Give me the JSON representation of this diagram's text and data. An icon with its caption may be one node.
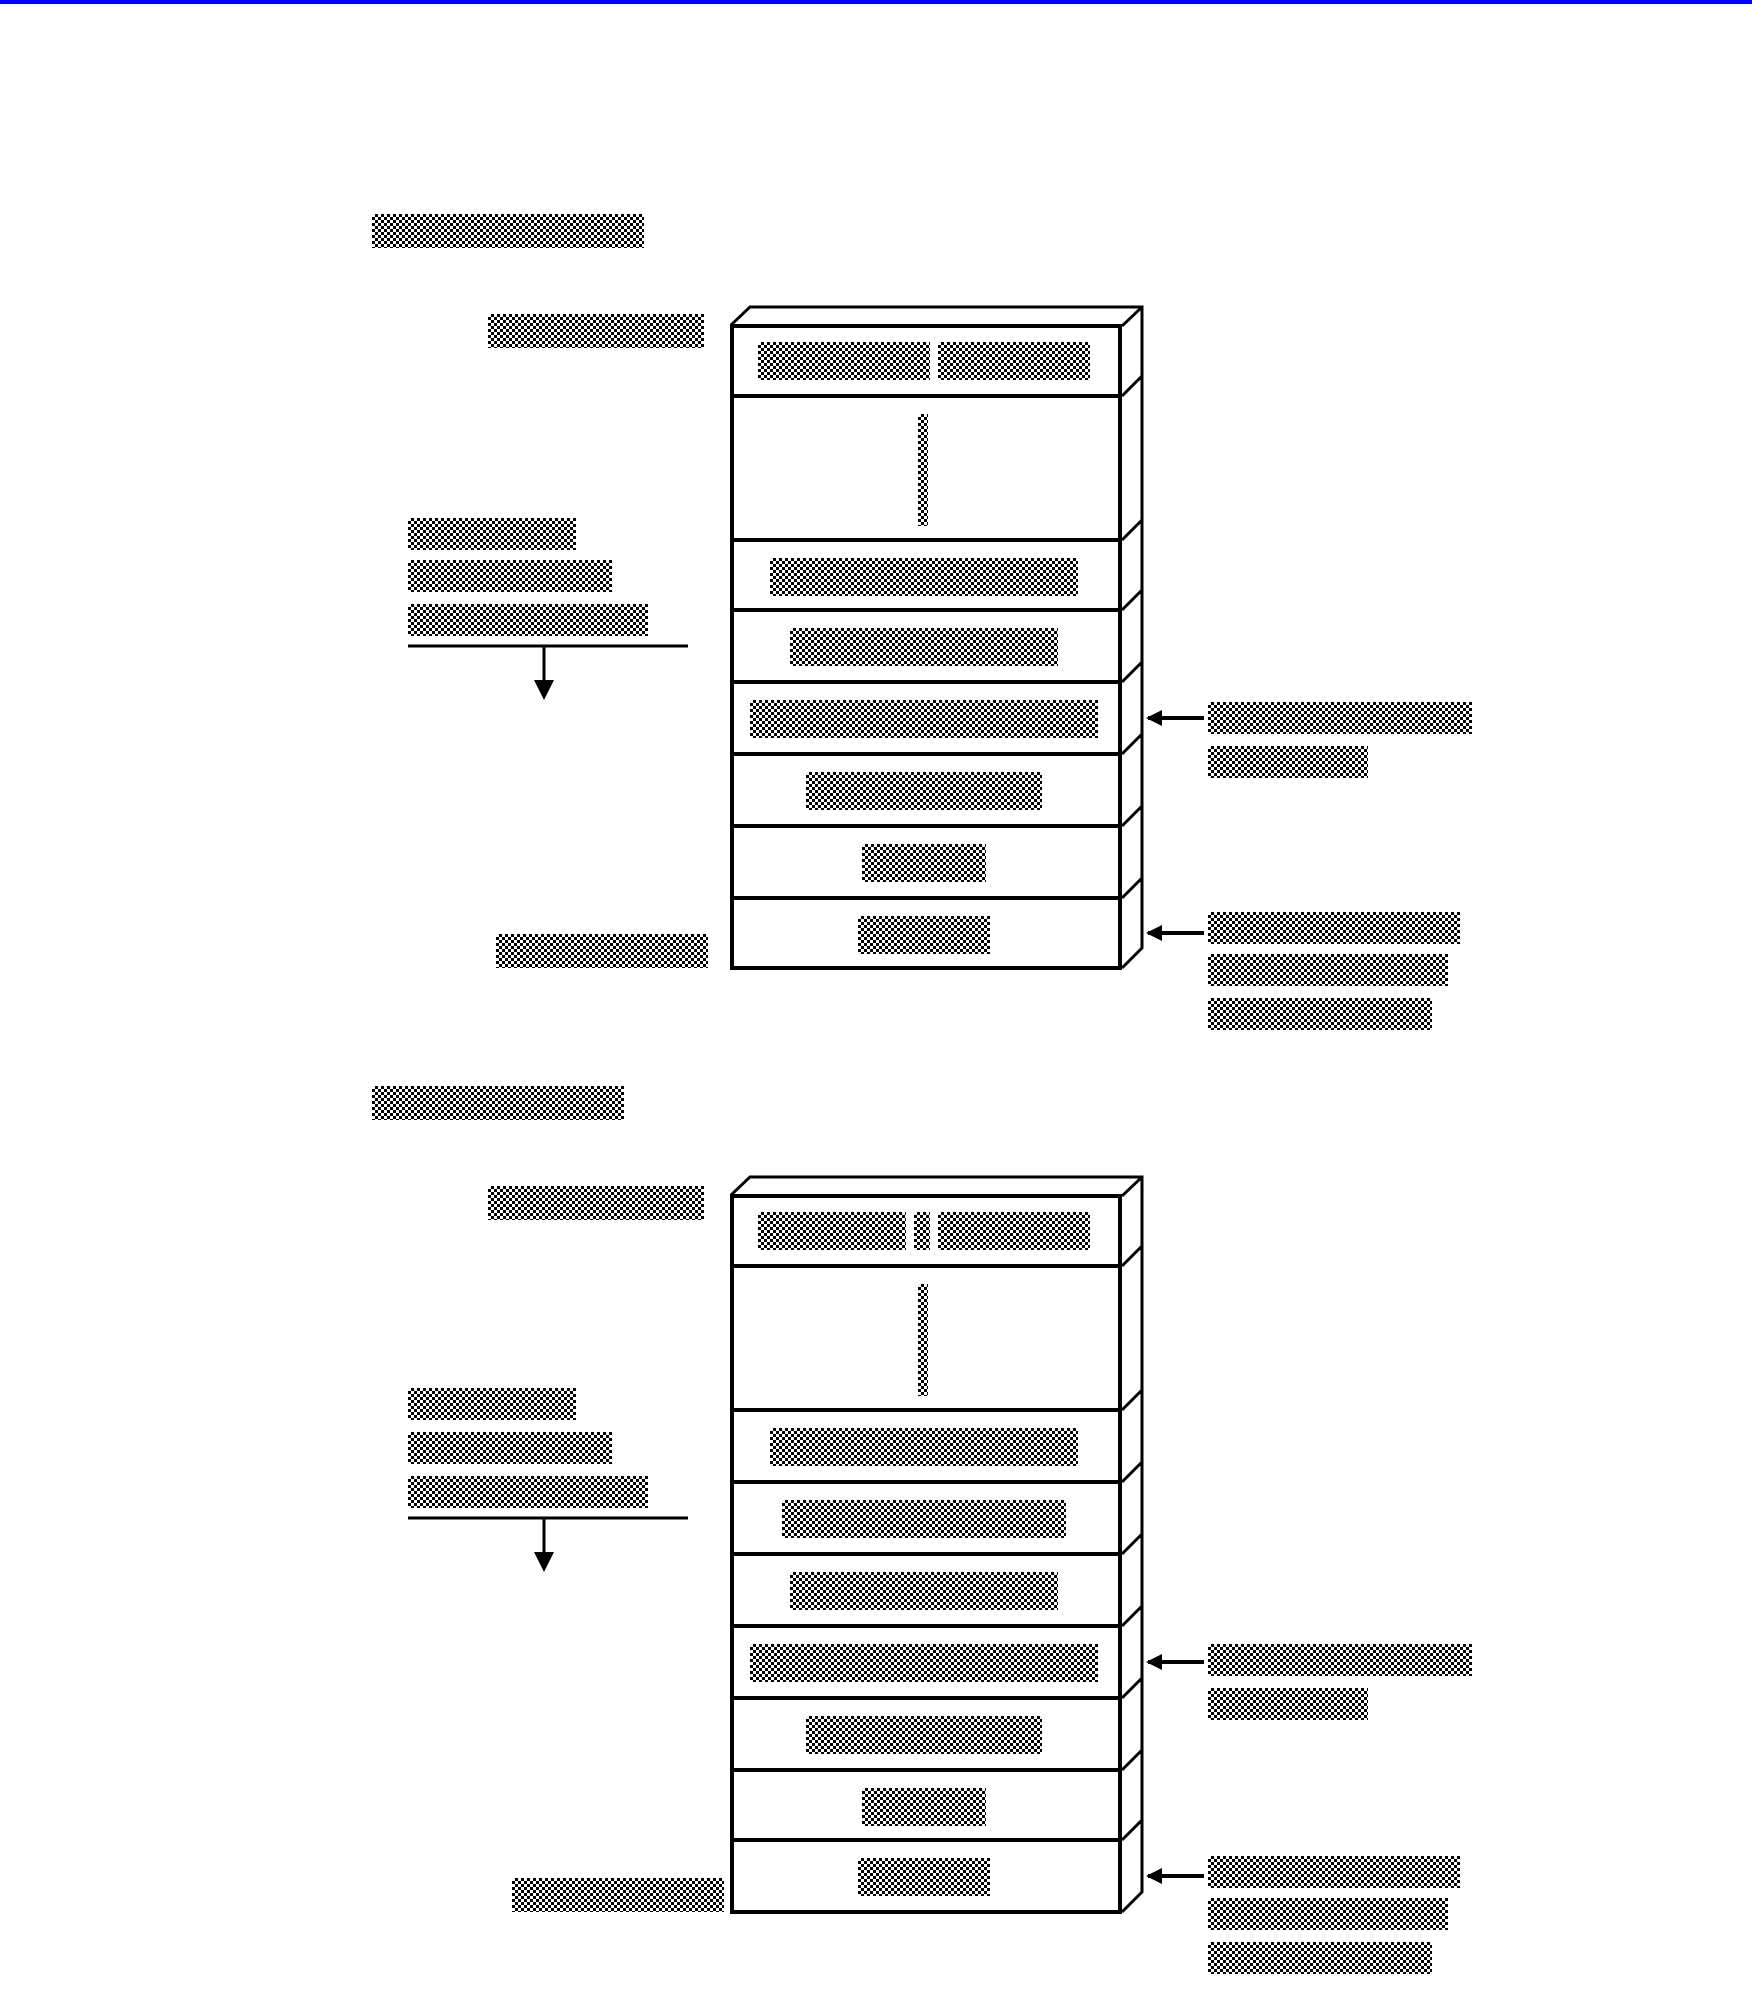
{
  "diagram": {
    "nodes": [
      {
        "text": [],
        "shape": "box"
      },
      {
        "text": [],
        "shape": "box",
        "in": 0
      },
      {
        "text": [],
        "shape": "box",
        "in": 0
      },
      {
        "text": [],
        "shape": "box",
        "in": 0
      },
      {
        "text": [],
        "shape": "box",
        "in": 0
      },
      {
        "text": [],
        "shape": "box",
        "in": 0
      },
      {
        "text": [],
        "shape": "box",
        "in": 0
      },
      {
        "text": [],
        "shape": "box",
        "in": 0
      },
      {
        "text": [],
        "shape": "box",
        "in": 0
      },
      {
        "text": [],
        "shape": "box"
      },
      {
        "text": [],
        "shape": "box",
        "in": 9
      },
      {
        "text": [],
        "shape": "box",
        "in": 9
      },
      {
        "text": [],
        "shape": "box",
        "in": 9
      },
      {
        "text": [],
        "shape": "box",
        "in": 9
      },
      {
        "text": [],
        "shape": "box",
        "in": 9
      },
      {
        "text": [],
        "shape": "box",
        "in": 9
      },
      {
        "text": [],
        "shape": "box",
        "in": 9
      },
      {
        "text": [],
        "shape": "box",
        "in": 9
      },
      {
        "text": [],
        "shape": "box",
        "in": 9
      },
      {
        "text": [],
        "shape": "bar"
      },
      {
        "text": [],
        "shape": "bar"
      },
      {
        "text": [],
        "shape": "bar"
      },
      {
        "text": [],
        "shape": "bar"
      },
      {
        "text": [],
        "shape": "bar"
      },
      {
        "text": [],
        "shape": "bar"
      },
      {
        "text": [],
        "shape": "bar"
      },
      {
        "text": [],
        "shape": "bar"
      },
      {
        "text": [],
        "shape": "bar"
      },
      {
        "text": [],
        "shape": "bar"
      },
      {
        "text": [],
        "shape": "bar"
      },
      {
        "text": [],
        "shape": "bar"
      },
      {
        "text": [],
        "shape": "bar"
      },
      {
        "text": [],
        "shape": "bar",
        "in": 1
      },
      {
        "text": [],
        "shape": "bar",
        "in": 1
      },
      {
        "text": [],
        "shape": "bar",
        "in": 2
      },
      {
        "text": [],
        "shape": "bar",
        "in": 3
      },
      {
        "text": [],
        "shape": "bar",
        "in": 4
      },
      {
        "text": [],
        "shape": "bar",
        "in": 5
      },
      {
        "text": [],
        "shape": "bar",
        "in": 6
      },
      {
        "text": [],
        "shape": "bar",
        "in": 7
      },
      {
        "text": [],
        "shape": "bar",
        "in": 8
      },
      {
        "text": [],
        "shape": "bar"
      },
      {
        "text": [],
        "shape": "bar"
      },
      {
        "text": [],
        "shape": "bar"
      },
      {
        "text": [],
        "shape": "bar"
      },
      {
        "text": [],
        "shape": "bar"
      },
      {
        "text": [],
        "shape": "bar"
      },
      {
        "text": [],
        "shape": "bar"
      },
      {
        "text": [],
        "shape": "bar"
      },
      {
        "text": [],
        "shape": "bar"
      },
      {
        "text": [],
        "shape": "bar",
        "in": 10
      },
      {
        "text": [],
        "shape": "bar",
        "in": 10
      },
      {
        "text": [],
        "shape": "bar",
        "in": 10
      },
      {
        "text": [],
        "shape": "bar",
        "in": 11
      },
      {
        "text": [],
        "shape": "bar",
        "in": 12
      },
      {
        "text": [],
        "shape": "bar",
        "in": 13
      },
      {
        "text": [],
        "shape": "bar",
        "in": 14
      },
      {
        "text": [],
        "shape": "bar",
        "in": 15
      },
      {
        "text": [],
        "shape": "bar",
        "in": 16
      },
      {
        "text": [],
        "shape": "bar",
        "in": 17
      },
      {
        "text": [],
        "shape": "bar",
        "in": 18
      }
    ],
    "edges": [
      {
        "from": 19,
        "to": 5,
        "arrow": "to"
      },
      {
        "from": 20,
        "to": 8,
        "arrow": "to"
      },
      {
        "from": 21,
        "to": 15,
        "arrow": "to"
      },
      {
        "from": 22,
        "to": 18,
        "arrow": "to"
      }
    ]
  }
}
